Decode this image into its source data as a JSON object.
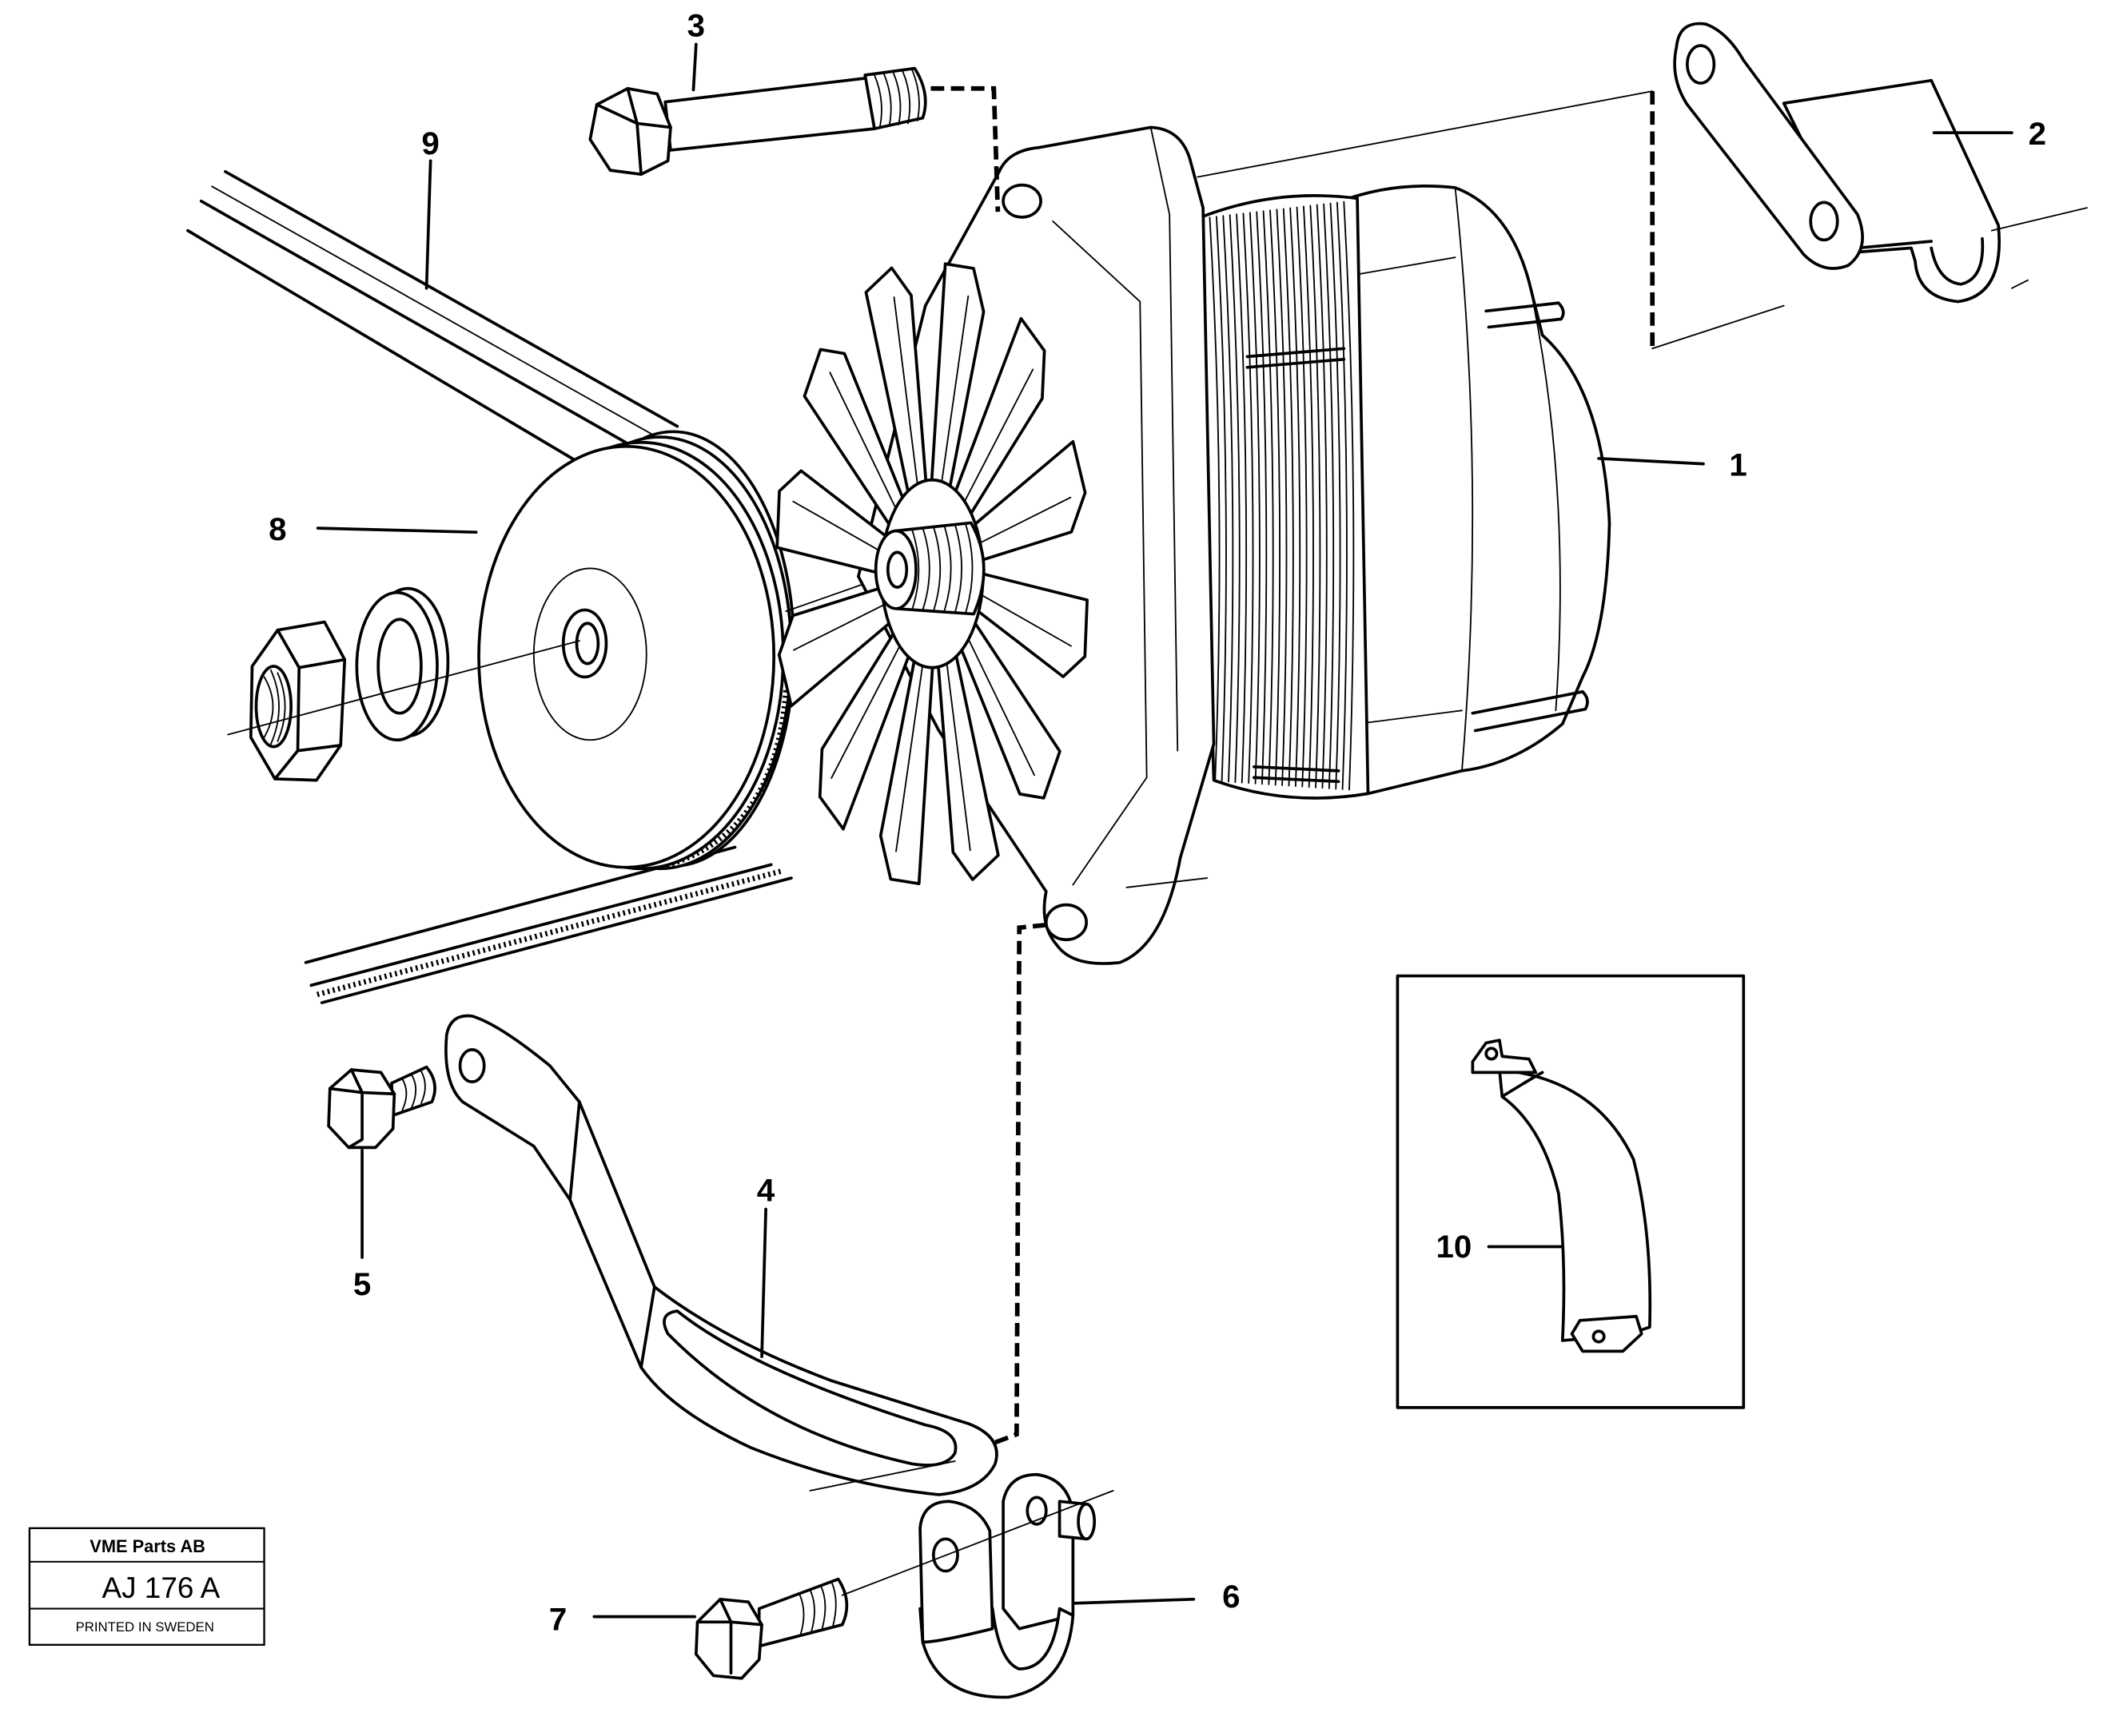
{
  "callouts": {
    "1": "1",
    "2": "2",
    "3": "3",
    "4": "4",
    "5": "5",
    "6": "6",
    "7": "7",
    "8": "8",
    "9": "9",
    "10": "10"
  },
  "title_block": {
    "company": "VME Parts AB",
    "drawing_code": "AJ 176 A",
    "print_note": "PRINTED IN SWEDEN"
  },
  "colors": {
    "ink": "#000000",
    "paper": "#ffffff"
  }
}
